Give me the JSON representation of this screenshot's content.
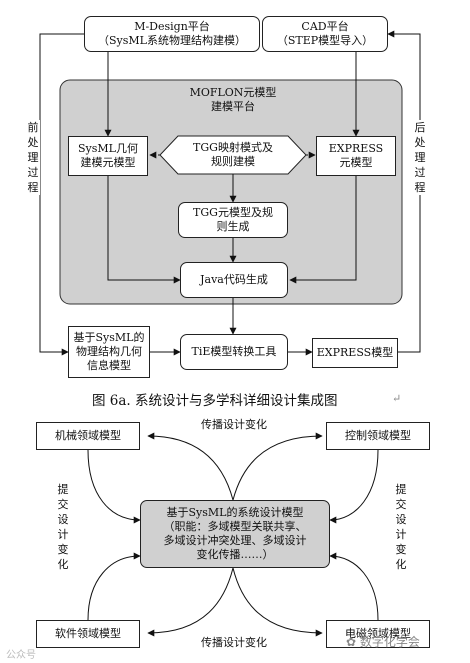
{
  "fig_a": {
    "mdesign_title": "M-Design平台",
    "mdesign_sub": "（SysML系统物理结构建模）",
    "cad_title": "CAD平台",
    "cad_sub": "（STEP模型导入）",
    "moflon_title": "MOFLON元模型",
    "moflon_sub": "建模平台",
    "sysml_geo_l1": "SysML几何",
    "sysml_geo_l2": "建模元模型",
    "tgg_map_l1": "TGG映射模式及",
    "tgg_map_l2": "规则建模",
    "express_meta_l1": "EXPRESS",
    "express_meta_l2": "元模型",
    "tgg_gen_l1": "TGG元模型及规",
    "tgg_gen_l2": "则生成",
    "java_gen": "Java代码生成",
    "info_model_l1": "基于SysML的",
    "info_model_l2": "物理结构几何",
    "info_model_l3": "信息模型",
    "tie_tool": "TiE模型转换工具",
    "express_model": "EXPRESS模型",
    "pre_process": "前处理过程",
    "post_process": "后处理过程",
    "caption": "图 6a. 系统设计与多学科详细设计集成图"
  },
  "fig_b": {
    "mech": "机械领域模型",
    "control": "控制领域模型",
    "software": "软件领域模型",
    "electro": "电磁领域模型",
    "center_l1": "基于SysML的系统设计模型",
    "center_l2": "（职能：多域模型关联共享、",
    "center_l3": "多域设计冲突处理、多域设计",
    "center_l4": "变化传播……）",
    "propagate_top": "传播设计变化",
    "propagate_bottom": "传播设计变化",
    "submit_left": "提交设计变化",
    "submit_right": "提交设计变化"
  },
  "watermark": {
    "brand": "数字化学会",
    "corner": "公众号"
  }
}
